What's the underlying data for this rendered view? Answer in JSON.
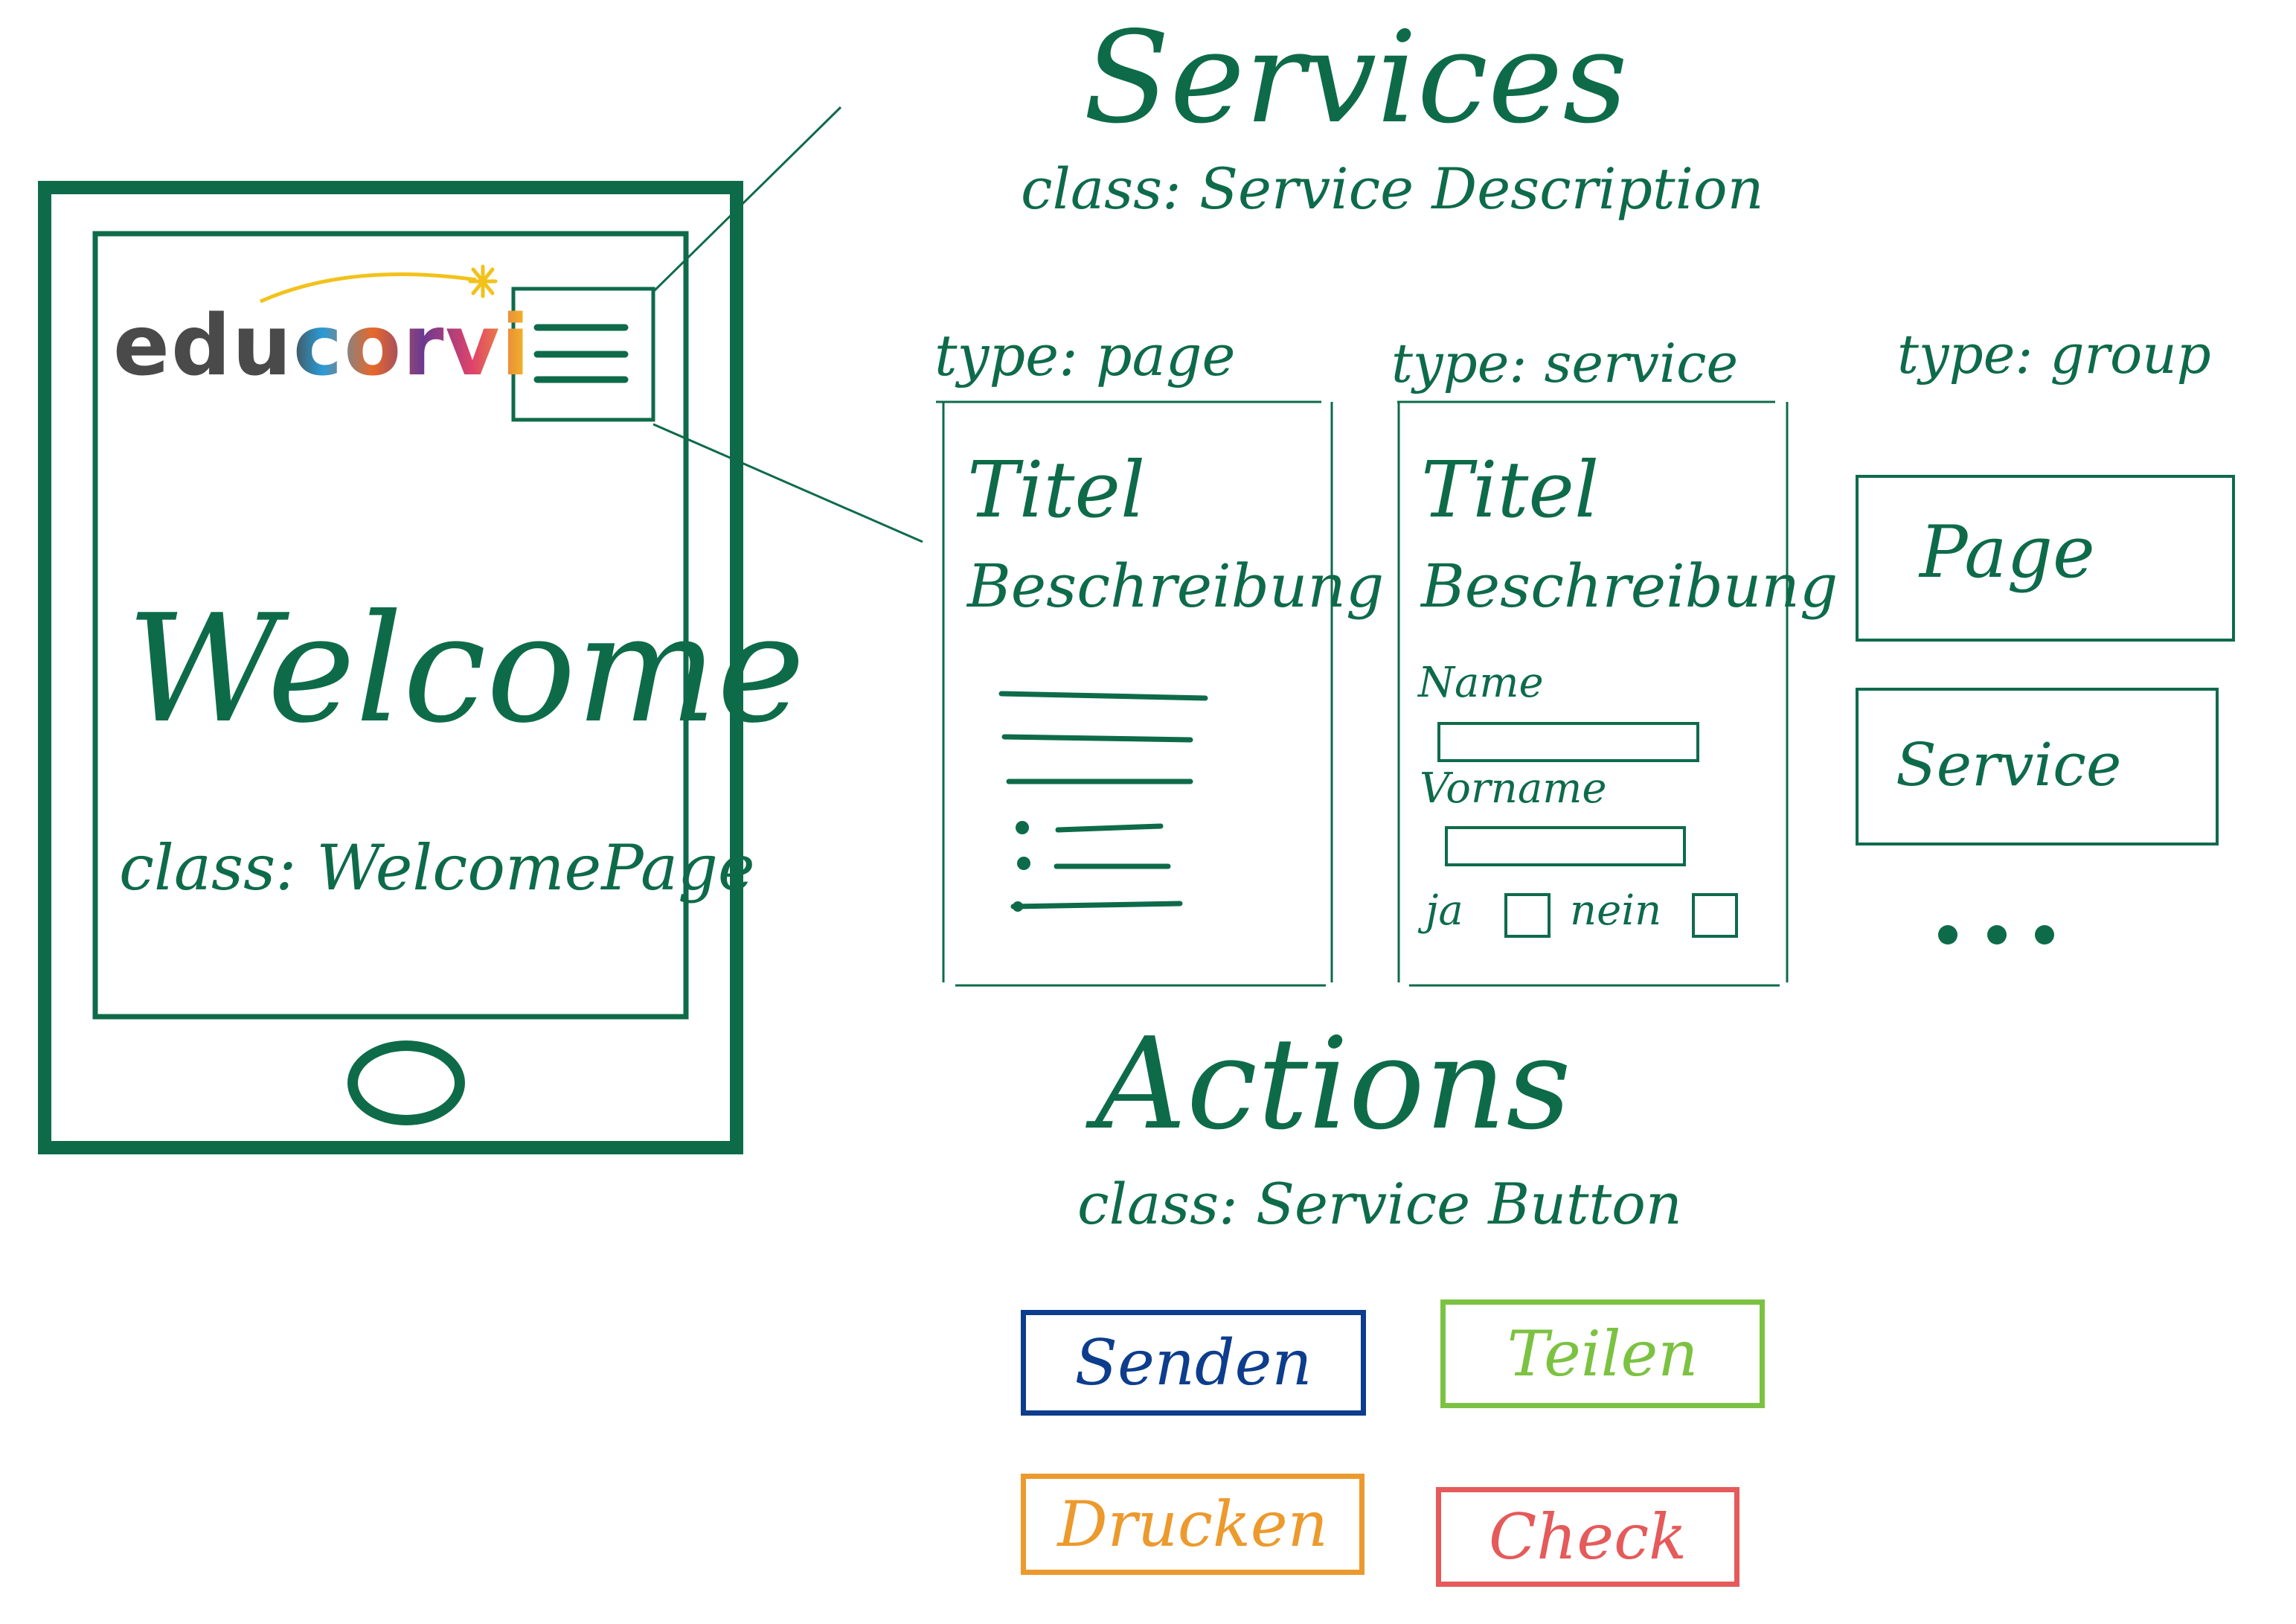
{
  "services": {
    "title": "Services",
    "class_label": "class: Service Description",
    "types": [
      {
        "label": "type: page",
        "card_title": "Titel",
        "card_desc": "Beschreibung"
      },
      {
        "label": "type: service",
        "card_title": "Titel",
        "card_desc": "Beschreibung",
        "field1": "Name",
        "field2": "Vorname",
        "yes": "ja",
        "no": "nein"
      },
      {
        "label": "type: group",
        "items": [
          "Page",
          "Service"
        ],
        "more": "..."
      }
    ]
  },
  "device": {
    "logo": "educorvi",
    "welcome": "Welcome",
    "class_label": "class: WelcomePage"
  },
  "actions": {
    "title": "Actions",
    "class_label": "class: Service Button",
    "buttons": [
      {
        "label": "Senden",
        "color": "#0d3d8c"
      },
      {
        "label": "Teilen",
        "color": "#7cc242"
      },
      {
        "label": "Drucken",
        "color": "#ec9a2d"
      },
      {
        "label": "Check",
        "color": "#e55a5a"
      }
    ]
  },
  "colors": {
    "ink": "#0e6b4a",
    "logo_grey": "#4a4a4a",
    "logo_star": "#f2c21b"
  }
}
